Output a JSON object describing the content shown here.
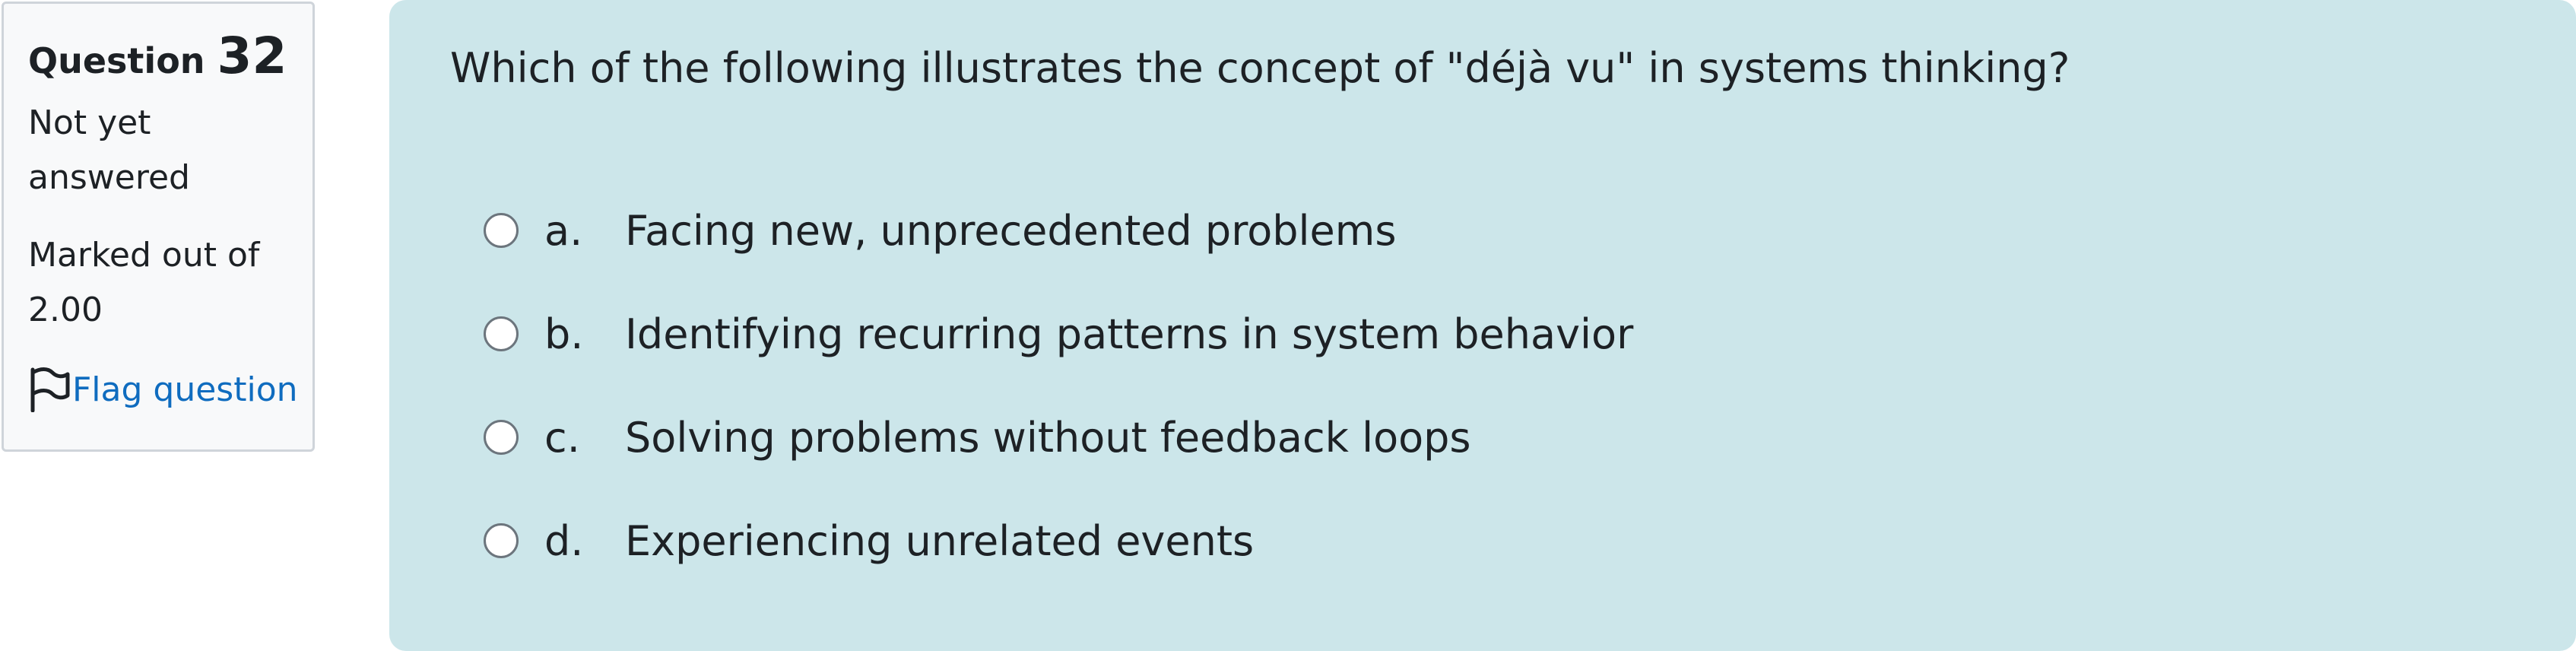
{
  "info": {
    "question_word": "Question",
    "question_number": "32",
    "state": "Not yet answered",
    "grade": "Marked out of 2.00",
    "flag_label": "Flag question"
  },
  "question": {
    "text": "Which of the following illustrates the concept of \"déjà vu\" in systems thinking?",
    "options": [
      {
        "letter": "a.",
        "text": "Facing new, unprecedented problems"
      },
      {
        "letter": "b.",
        "text": "Identifying recurring patterns in system behavior"
      },
      {
        "letter": "c.",
        "text": "Solving problems without feedback loops"
      },
      {
        "letter": "d.",
        "text": "Experiencing unrelated events"
      }
    ]
  },
  "colors": {
    "panel_background": "#cce6ea",
    "link": "#0f6cbf",
    "info_background": "#f8f9fa"
  }
}
